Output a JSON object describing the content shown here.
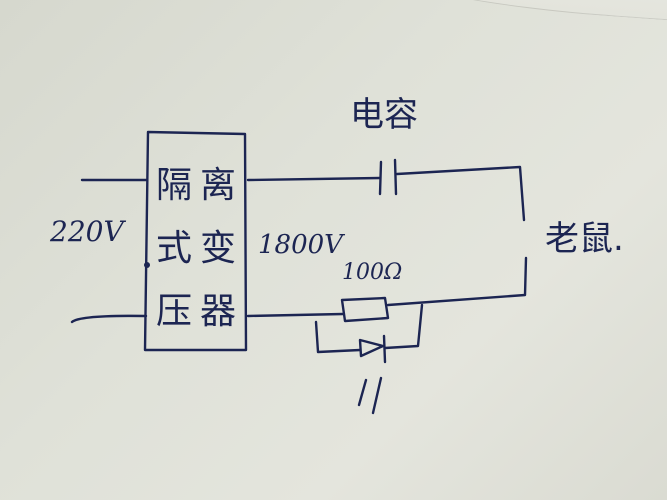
{
  "diagram": {
    "type": "hand-drawn circuit schematic",
    "ink_color": "#1c2552",
    "paper_color": "#dfe1d8",
    "input": {
      "label": "220V"
    },
    "transformer": {
      "label": "隔离式变压器",
      "chars": [
        "隔",
        "式",
        "压",
        "离",
        "变",
        "器"
      ]
    },
    "secondary": {
      "label": "1800V"
    },
    "capacitor": {
      "label": "电容"
    },
    "resistor": {
      "label": "100Ω"
    },
    "diode": {
      "label": "//"
    },
    "load": {
      "label": "老鼠."
    }
  }
}
